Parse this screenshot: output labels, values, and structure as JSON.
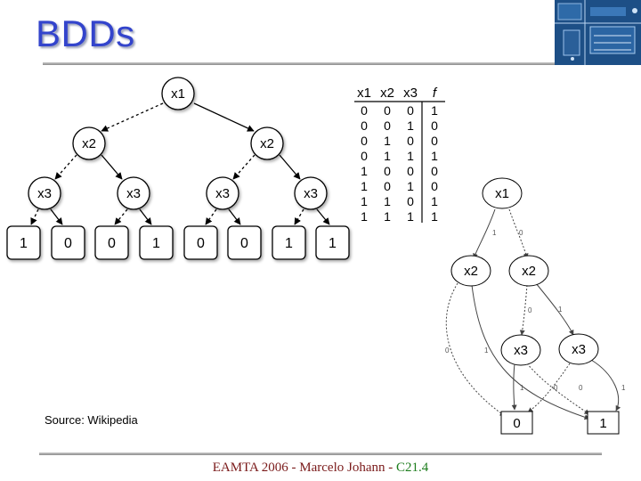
{
  "slide": {
    "title": "BDDs",
    "source": "Source: Wikipedia",
    "footer_text": "EAMTA 2006 - Marcelo Johann - ",
    "footer_slide": "C21.4"
  },
  "tree": {
    "root": "x1",
    "level2": [
      "x2",
      "x2"
    ],
    "level3": [
      "x3",
      "x3",
      "x3",
      "x3"
    ],
    "leaves": [
      "1",
      "0",
      "0",
      "1",
      "0",
      "0",
      "1",
      "1"
    ]
  },
  "truth_table": {
    "headers": [
      "x1",
      "x2",
      "x3",
      "f"
    ],
    "rows": [
      [
        "0",
        "0",
        "0",
        "1"
      ],
      [
        "0",
        "0",
        "1",
        "0"
      ],
      [
        "0",
        "1",
        "0",
        "0"
      ],
      [
        "0",
        "1",
        "1",
        "1"
      ],
      [
        "1",
        "0",
        "0",
        "0"
      ],
      [
        "1",
        "0",
        "1",
        "0"
      ],
      [
        "1",
        "1",
        "0",
        "1"
      ],
      [
        "1",
        "1",
        "1",
        "1"
      ]
    ]
  },
  "reduced_bdd": {
    "nodes": [
      "x1",
      "x2",
      "x2",
      "x3",
      "x3"
    ],
    "terminals": [
      "0",
      "1"
    ],
    "edge_labels": [
      "1",
      "0",
      "0",
      "1",
      "0",
      "1",
      "1",
      "0",
      "0",
      "1"
    ]
  }
}
